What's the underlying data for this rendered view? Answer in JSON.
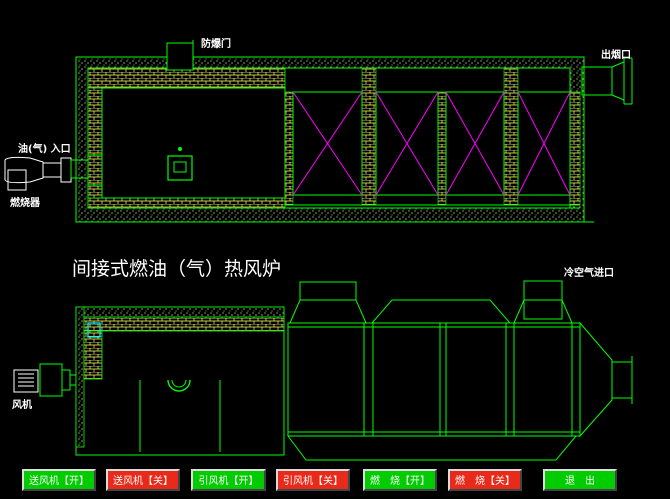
{
  "title": "间接式燃油（气）热风炉",
  "labels": {
    "explosion_door": "防爆门",
    "smoke_outlet": "出烟口",
    "oil_gas_inlet": "油(气) 入口",
    "burner": "燃烧器",
    "cold_air_inlet": "冷空气进口",
    "fan": "风机"
  },
  "buttons": {
    "supply_fan_on": "送风机【开】",
    "supply_fan_off": "送风机【关】",
    "induced_fan_on": "引风机【开】",
    "induced_fan_off": "引风机【关】",
    "burn_on": "燃　烧【开】",
    "burn_off": "燃　烧【关】",
    "exit": "退　出"
  },
  "colors": {
    "line": "#00ff00",
    "brick": "#ffff66",
    "magenta": "#ff00ff",
    "on": "#00cc00",
    "off": "#e82a1a",
    "cyan": "#00ffff"
  }
}
